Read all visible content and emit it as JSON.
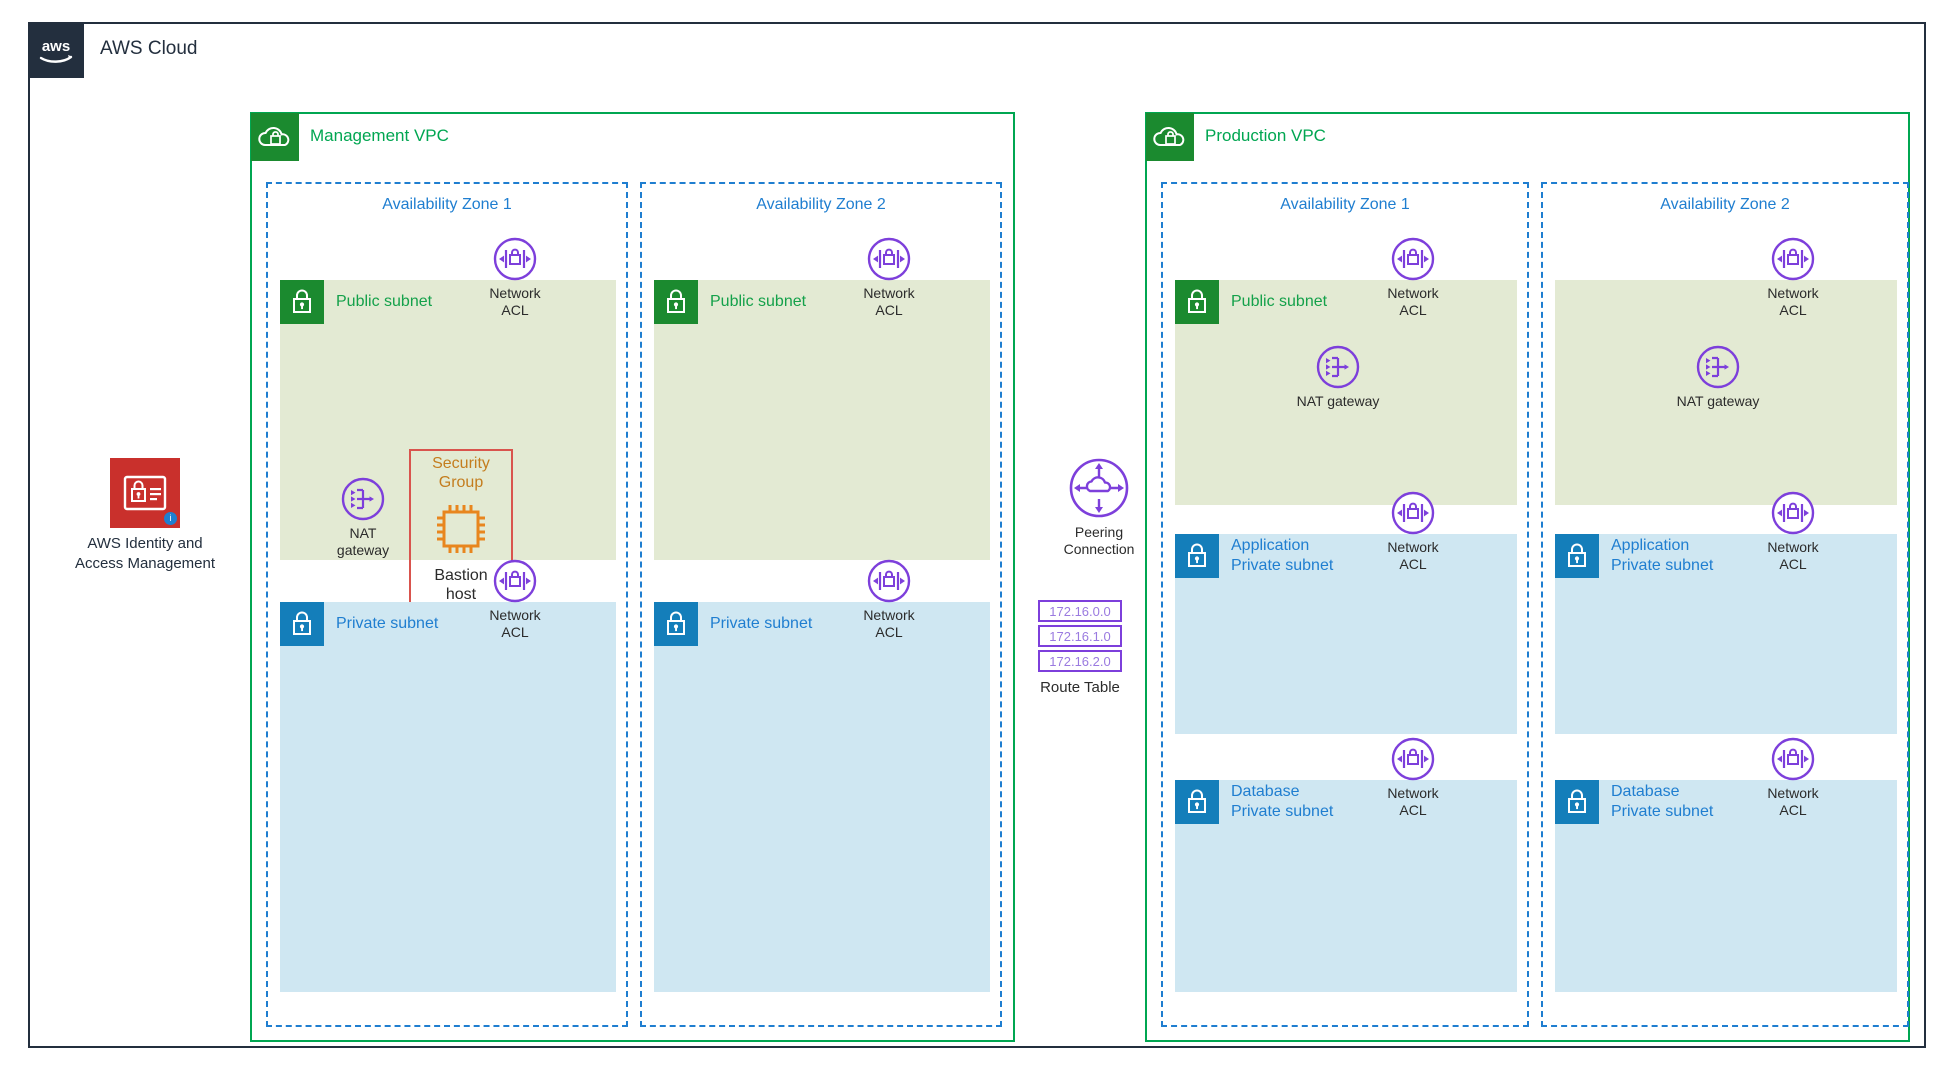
{
  "cloud": {
    "title": "AWS Cloud",
    "logo_icon": "aws-logo-icon",
    "border_color": "#232f3e"
  },
  "iam": {
    "label": "AWS Identity and\nAccess Management",
    "icon": "iam-badge-icon",
    "info_badge": "i",
    "color": "#c9302c"
  },
  "peering": {
    "label": "Peering\nConnection",
    "icon": "vpc-peering-icon",
    "color": "#7d3fdb"
  },
  "route_table": {
    "caption": "Route Table",
    "icon": "route-table-icon",
    "rows": [
      "172.16.0.0",
      "172.16.1.0",
      "172.16.2.0"
    ]
  },
  "common": {
    "network_acl_label": "Network\nACL",
    "network_acl_icon": "network-acl-icon",
    "nat_gateway_icon": "nat-gateway-icon",
    "subnet_lock_icon": "subnet-lock-icon",
    "vpc_icon": "vpc-cloud-lock-icon",
    "public_color": "#14a14a",
    "private_color": "#1f7ed0",
    "vpc_color": "#00a651",
    "az_color": "#1f7ed0",
    "purple": "#7d3fdb"
  },
  "vpcs": [
    {
      "name": "Management VPC",
      "zones": [
        {
          "name": "Availability Zone 1",
          "subnets": [
            {
              "kind": "public",
              "label": "Public subnet",
              "has_badge": true
            },
            {
              "kind": "private",
              "label": "Private subnet",
              "has_badge": true
            }
          ],
          "nat_gateway_label": "NAT\ngateway",
          "security_group": {
            "title": "Security\nGroup",
            "instance_label": "Bastion\nhost",
            "instance_icon": "ec2-instance-icon",
            "border_color": "#d9544d",
            "title_color": "#c47d1e"
          }
        },
        {
          "name": "Availability Zone 2",
          "subnets": [
            {
              "kind": "public",
              "label": "Public subnet",
              "has_badge": true
            },
            {
              "kind": "private",
              "label": "Private subnet",
              "has_badge": true
            }
          ]
        }
      ]
    },
    {
      "name": "Production VPC",
      "zones": [
        {
          "name": "Availability Zone 1",
          "subnets": [
            {
              "kind": "public",
              "label": "Public subnet",
              "has_badge": true
            },
            {
              "kind": "private",
              "label": "Application\nPrivate subnet",
              "has_badge": true
            },
            {
              "kind": "private",
              "label": "Database\nPrivate subnet",
              "has_badge": true
            }
          ],
          "nat_gateway_label": "NAT gateway"
        },
        {
          "name": "Availability Zone 2",
          "subnets": [
            {
              "kind": "public",
              "label": "",
              "has_badge": false
            },
            {
              "kind": "private",
              "label": "Application\nPrivate subnet",
              "has_badge": true
            },
            {
              "kind": "private",
              "label": "Database\nPrivate subnet",
              "has_badge": true
            }
          ],
          "nat_gateway_label": "NAT gateway"
        }
      ]
    }
  ]
}
